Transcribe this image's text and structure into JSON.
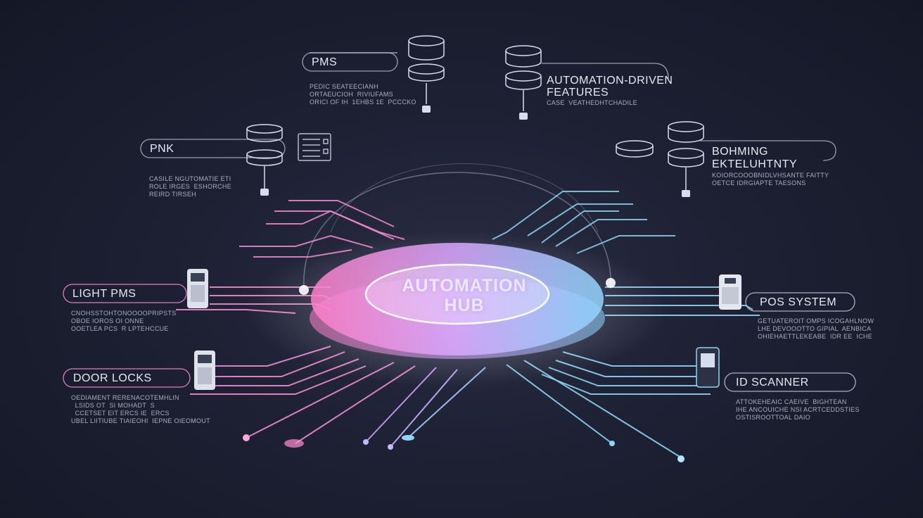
{
  "hub": {
    "line1": "AUTOMATION",
    "line2": "HUB"
  },
  "nodes": {
    "pms": {
      "label": "PMS",
      "desc": [
        "PEDIC SEATEECIANH",
        "ORTAEUCIOH  RIVIUFAMS",
        "ORICI OF IH  1EHBS 1E  PCCCKO"
      ]
    },
    "automation_driven": {
      "label1": "AUTOMATION-DRIVEN",
      "label2": "FEATURES",
      "desc": [
        "CASE  VEATHEDHTCHADILE"
      ]
    },
    "pnk": {
      "label": "PNK",
      "desc": [
        "CASILE NGUTOMATIE ETI",
        "ROLE IRGES  ESHORCHE",
        "REIRD TIRSEH"
      ]
    },
    "booking": {
      "label1": "BOHMING",
      "label2": "EKTELUHTNTY",
      "desc": [
        "KOIORCOOOBNIDLVHSANTE FAITTY",
        "OETCE IDRGIAPTE TAESONS"
      ]
    },
    "light_pms": {
      "label": "LIGHT PMS",
      "desc": [
        "CNOHSSTOHTONOOOOPRIPSTS",
        "OBOE IOROS OI ONNE",
        "OOETLEA PCS  R LPTEHCCUE"
      ]
    },
    "pos_system": {
      "label": "POS SYSTEM",
      "desc": [
        "GETUATEROIT OMPS ICOGAHLNOW",
        "LHE DEVOOOTTO GIPIAL  AENBICA",
        "OHIEHAETTLEKEABE  IDR EE  ICHE"
      ]
    },
    "door_locks": {
      "label": "DOOR LOCKS",
      "desc": [
        "OEDIAMENT RERENACOTEMHLIN",
        "  LSIDS OT  SI MOHADT  S",
        "  CCETSET EIT ERCS IE  ERCS",
        "UBEL LIITIUBE TIAIEOHI  IEPNE OIEOMOUT"
      ]
    },
    "id_scanner": {
      "label": "ID SCANNER",
      "desc": [
        "ATTOKEHEAIC CAEIVE  BIGHTEAN",
        "IHE ANCOUICHE NSI ACRTCEDDSTIES",
        "OSTISROOTTOAL DAIO"
      ]
    }
  }
}
